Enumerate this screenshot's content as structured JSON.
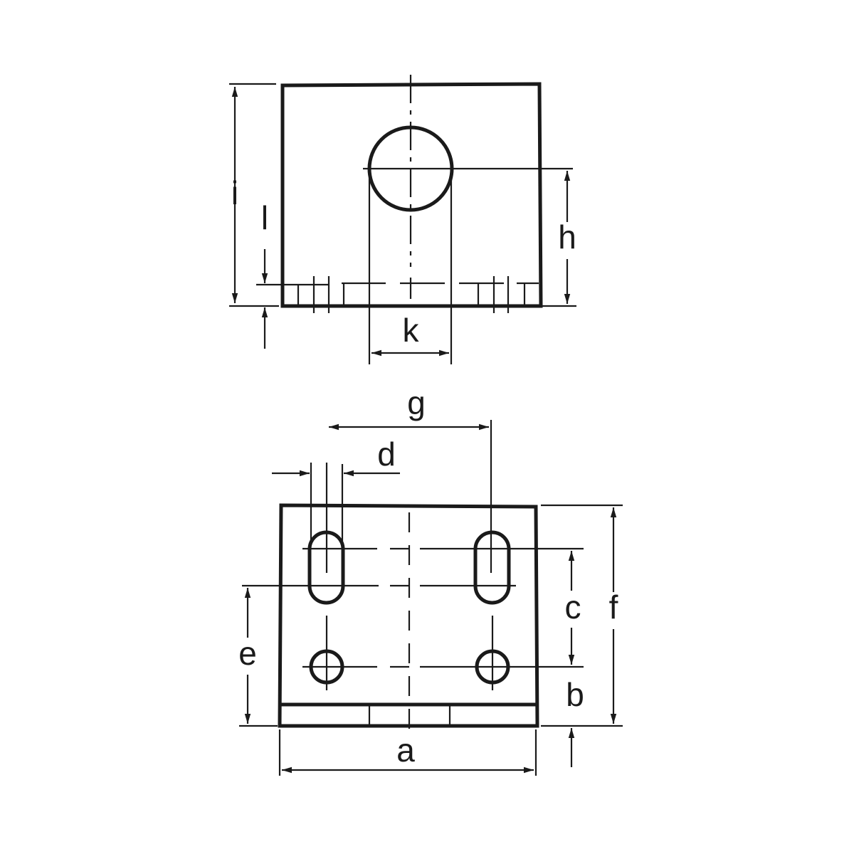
{
  "drawing": {
    "top_view": {
      "labels": {
        "i": "i",
        "l": "l",
        "h": "h",
        "k": "k"
      }
    },
    "bottom_view": {
      "labels": {
        "g": "g",
        "d": "d",
        "c": "c",
        "f": "f",
        "e": "e",
        "b": "b",
        "a": "a"
      }
    },
    "line_color": "#1a1a1a"
  }
}
